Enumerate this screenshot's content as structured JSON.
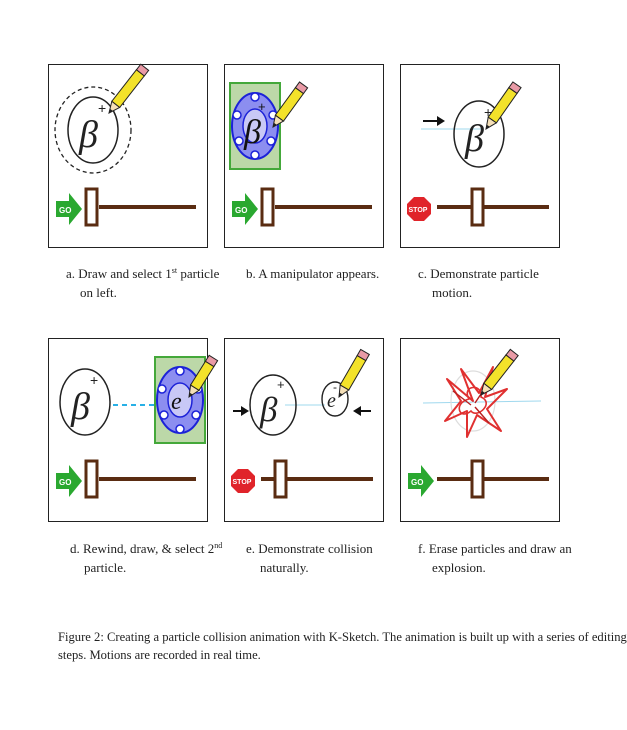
{
  "panels": [
    {
      "id": "a",
      "button": "GO",
      "caption": {
        "pre": "a. Draw and select 1",
        "sup": "st",
        "post": " particle",
        "cont": "on left."
      }
    },
    {
      "id": "b",
      "button": "GO",
      "caption": {
        "pre": "b. A manipulator appears.",
        "sup": "",
        "post": "",
        "cont": ""
      }
    },
    {
      "id": "c",
      "button": "STOP",
      "caption": {
        "pre": "c. Demonstrate  particle",
        "sup": "",
        "post": "",
        "cont": "motion."
      }
    },
    {
      "id": "d",
      "button": "GO",
      "caption": {
        "pre": "d. Rewind, draw, & select 2",
        "sup": "nd",
        "post": "",
        "cont": "particle."
      }
    },
    {
      "id": "e",
      "button": "STOP",
      "caption": {
        "pre": "e. Demonstrate collision",
        "sup": "",
        "post": "",
        "cont": "naturally."
      }
    },
    {
      "id": "f",
      "button": "GO",
      "caption": {
        "pre": "f. Erase particles and draw an",
        "sup": "",
        "post": "",
        "cont": "explosion."
      }
    }
  ],
  "particle_glyphs": {
    "beta": "β",
    "charge": "+",
    "electron": "e",
    "charge_neg": "-"
  },
  "figure_caption": {
    "line1": "Figure 2: Creating a particle collision animation with K-Sketch. The animation is built up with a series of editing",
    "line2": "steps. Motions are recorded in real time."
  },
  "colors": {
    "go_green": "#2aa830",
    "stop_red": "#e0242a",
    "slider_brown": "#5a2c12",
    "pencil_yellow": "#f3e22a",
    "selection_green": "#44a83a",
    "manipulator_blue": "#1c22d8",
    "trail_cyan": "#28b0e6",
    "explosion_red": "#e03030"
  }
}
